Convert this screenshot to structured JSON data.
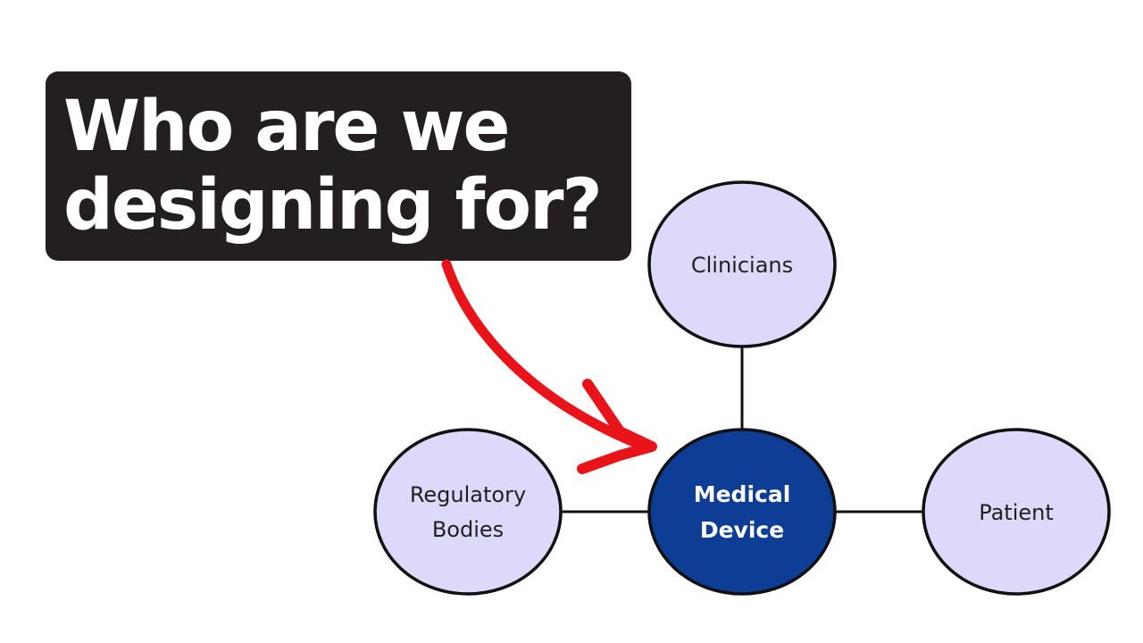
{
  "title": {
    "line1": "Who are we",
    "line2": "designing for?"
  },
  "diagram": {
    "center": {
      "line1": "Medical",
      "line2": "Device"
    },
    "nodes": {
      "clinicians": {
        "line1": "Clinicians"
      },
      "regulatory": {
        "line1": "Regulatory",
        "line2": "Bodies"
      },
      "patient": {
        "line1": "Patient"
      }
    }
  },
  "colors": {
    "title_bg": "#231f20",
    "node_fill": "#dcd9fb",
    "center_fill": "#0e3d96",
    "stroke": "#111111",
    "arrow": "#e8141a"
  }
}
